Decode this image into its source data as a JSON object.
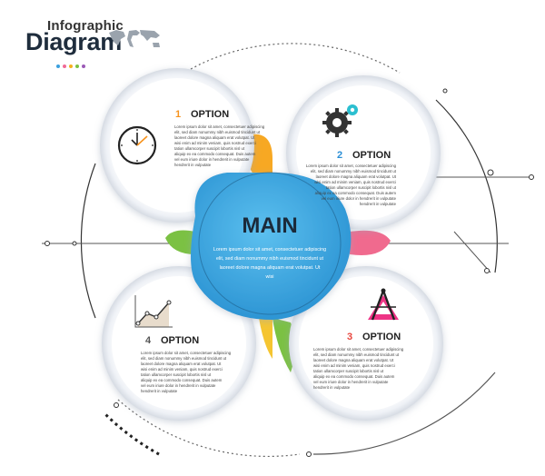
{
  "header": {
    "title_small": "Infographic",
    "title_large": "Diagram",
    "dot_colors": [
      "#3aa0de",
      "#f06a96",
      "#f6b11d",
      "#7bc143",
      "#9b59b6"
    ]
  },
  "main": {
    "label": "MAIN",
    "body": [
      "Lorem ipsum dolor sit amet, consectetuer adipiscing",
      "elit, sed diam nonummy nibh euismod tincidunt ut",
      "laoreet dolore magna aliquam erat volutpat. Ut",
      "wisi"
    ]
  },
  "options": [
    {
      "number": "1",
      "label": "OPTION",
      "icon": "clock-icon",
      "body": [
        "Lorem ipsum dolor sit amet, consectetuer adipiscing",
        "elit, sed diam nonummy nibh euismod tincidunt ut",
        "laoreet dolore magna aliquam erat volutpat. Ut",
        "wisi enim ad minim veniam, quis nostrud exerci",
        "tation ullamcorper suscipit lobortis nisl ut",
        "aliquip ex ea commodo consequat. Duis autem",
        "vel eum iriure dolor in hendrerit in vulputate",
        "hendrerit in vulputate"
      ]
    },
    {
      "number": "2",
      "label": "OPTION",
      "icon": "gear-icon",
      "body": [
        "Lorem ipsum dolor sit amet, consectetuer adipiscing",
        "elit, sed diam nonummy nibh euismod tincidunt ut",
        "laoreet dolore magna aliquam erat volutpat. Ut",
        "wisi enim ad minim veniam, quis nostrud exerci",
        "tation ullamcorper suscipit lobortis nisl ut",
        "aliquip ex ea commodo consequat. Duis autem",
        "vel eum iriure dolor in hendrerit in vulputate",
        "hendrerit in vulputate"
      ]
    },
    {
      "number": "3",
      "label": "OPTION",
      "icon": "compass-icon",
      "body": [
        "Lorem ipsum dolor sit amet, consectetuer adipiscing",
        "elit, sed diam nonummy nibh euismod tincidunt ut",
        "laoreet dolore magna aliquam erat volutpat. Ut",
        "wisi enim ad minim veniam, quis nostrud exerci",
        "tation ullamcorper suscipit lobortis nisl ut",
        "aliquip ex ea commodo consequat. Duis autem",
        "vel eum iriure dolor in hendrerit in vulputate",
        "hendrerit in vulputate"
      ]
    },
    {
      "number": "4",
      "label": "OPTION",
      "icon": "line-chart-icon",
      "body": [
        "Lorem ipsum dolor sit amet, consectetuer adipiscing",
        "elit, sed diam nonummy nibh euismod tincidunt ut",
        "laoreet dolore magna aliquam erat volutpat. Ut",
        "wisi enim ad minim veniam, quis nostrud exerci",
        "tation ullamcorper suscipit lobortis nisl ut",
        "aliquip ex ea commodo consequat. Duis autem",
        "vel eum iriure dolor in hendrerit in vulputate",
        "hendrerit in vulputate"
      ]
    }
  ],
  "colors": {
    "main_blue": "#39a6e0",
    "orange": "#f7a823",
    "teal": "#2bbfd0",
    "pink": "#f06a8e",
    "green": "#7bc143",
    "yellow": "#f5c531",
    "number_orange": "#f7931e",
    "number_blue": "#2b8fd6",
    "number_red": "#e8473f",
    "number_gray": "#555555"
  }
}
